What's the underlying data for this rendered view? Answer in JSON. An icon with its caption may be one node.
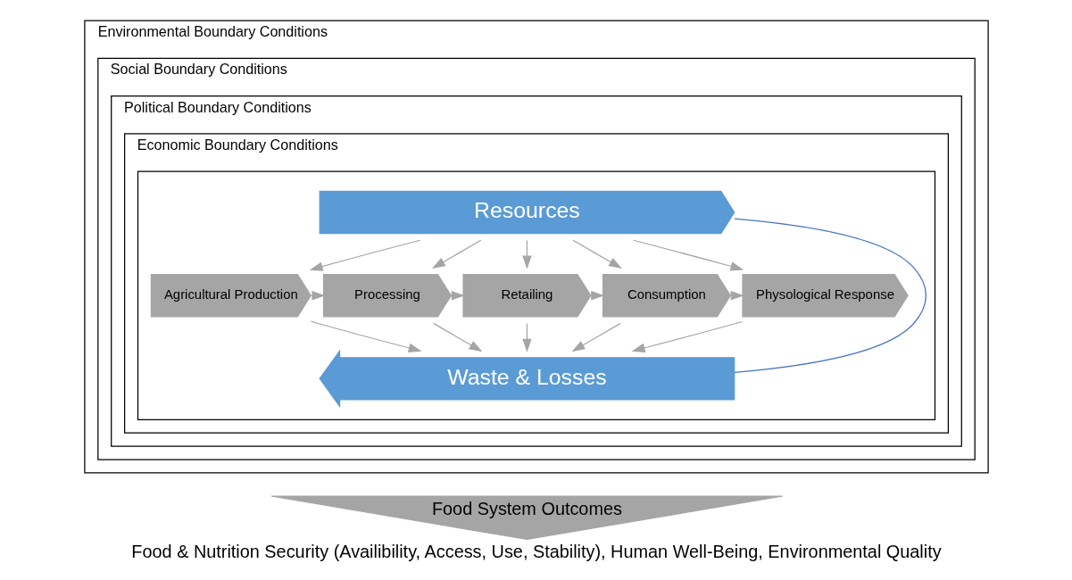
{
  "diagram": {
    "caption": "Food & Nutrition Security (Availibility, Access, Use, Stability), Human Well-Being, Environmental Quality",
    "nodes": [
      {
        "text": [
          "Environmental Boundary Conditions"
        ]
      },
      {
        "text": [
          "Social Boundary Conditions"
        ],
        "in": 0
      },
      {
        "text": [
          "Political Boundary Conditions"
        ],
        "in": 1
      },
      {
        "text": [
          "Economic Boundary Conditions"
        ],
        "in": 2
      },
      {
        "text": [],
        "shape": "box",
        "in": 3
      },
      {
        "text": [
          "Resources"
        ],
        "in": 4
      },
      {
        "text": [
          "Agricultural Production"
        ],
        "in": 4
      },
      {
        "text": [
          "Processing"
        ],
        "in": 4
      },
      {
        "text": [
          "Retailing"
        ],
        "in": 4
      },
      {
        "text": [
          "Consumption"
        ],
        "in": 4
      },
      {
        "text": [
          "Physological Response"
        ],
        "in": 4
      },
      {
        "text": [
          "Waste & Losses"
        ],
        "in": 4
      },
      {
        "text": [
          "Food System Outcomes"
        ]
      }
    ],
    "edges": [
      {
        "from": 5,
        "to": 6,
        "arrow": "to"
      },
      {
        "from": 5,
        "to": 7,
        "arrow": "to"
      },
      {
        "from": 5,
        "to": 8,
        "arrow": "to"
      },
      {
        "from": 5,
        "to": 9,
        "arrow": "to"
      },
      {
        "from": 5,
        "to": 10,
        "arrow": "to"
      },
      {
        "from": 6,
        "to": 7,
        "arrow": "to"
      },
      {
        "from": 7,
        "to": 8,
        "arrow": "to"
      },
      {
        "from": 8,
        "to": 9,
        "arrow": "to"
      },
      {
        "from": 9,
        "to": 10,
        "arrow": "to"
      },
      {
        "from": 6,
        "to": 11,
        "arrow": "to"
      },
      {
        "from": 7,
        "to": 11,
        "arrow": "to"
      },
      {
        "from": 8,
        "to": 11,
        "arrow": "to"
      },
      {
        "from": 9,
        "to": 11,
        "arrow": "to"
      },
      {
        "from": 10,
        "to": 11,
        "arrow": "to"
      },
      {
        "from": 11,
        "to": 5,
        "arrow": "none",
        "color": "#4472c4"
      }
    ]
  }
}
